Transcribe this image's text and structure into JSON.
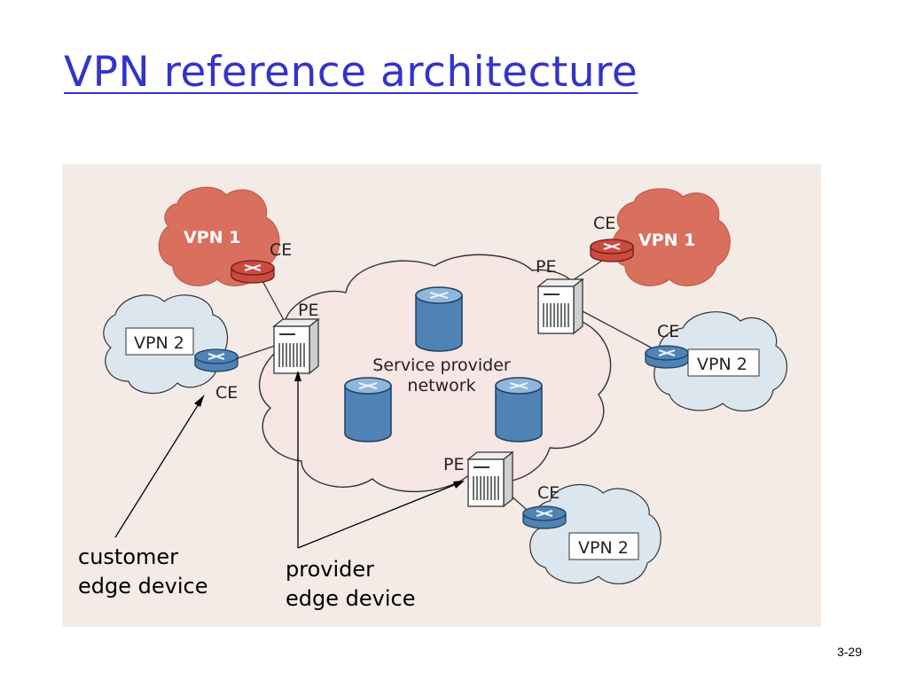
{
  "slide": {
    "title": "VPN reference architecture",
    "slide_number": "3-29"
  },
  "diagram": {
    "core_network_label": [
      "Service provider",
      "network"
    ],
    "sites": {
      "vpn1_left": "VPN 1",
      "vpn1_right": "VPN 1",
      "vpn2_left": "VPN 2",
      "vpn2_right": "VPN 2",
      "vpn2_bottom": "VPN 2"
    },
    "device_labels": {
      "ce": "CE",
      "pe": "PE"
    },
    "callouts": {
      "customer_edge": [
        "customer",
        "edge device"
      ],
      "provider_edge": [
        "provider",
        "edge device"
      ]
    },
    "colors": {
      "title": "#3333cc",
      "panel_background": "#f5ebe6",
      "vpn1_cloud": "#d9705e",
      "vpn2_cloud": "#dce6ee",
      "core_cloud": "#f6e6e4",
      "router": "#4f83b6",
      "core_router": "#4f83b6",
      "red_router": "#cc4b3e"
    }
  }
}
